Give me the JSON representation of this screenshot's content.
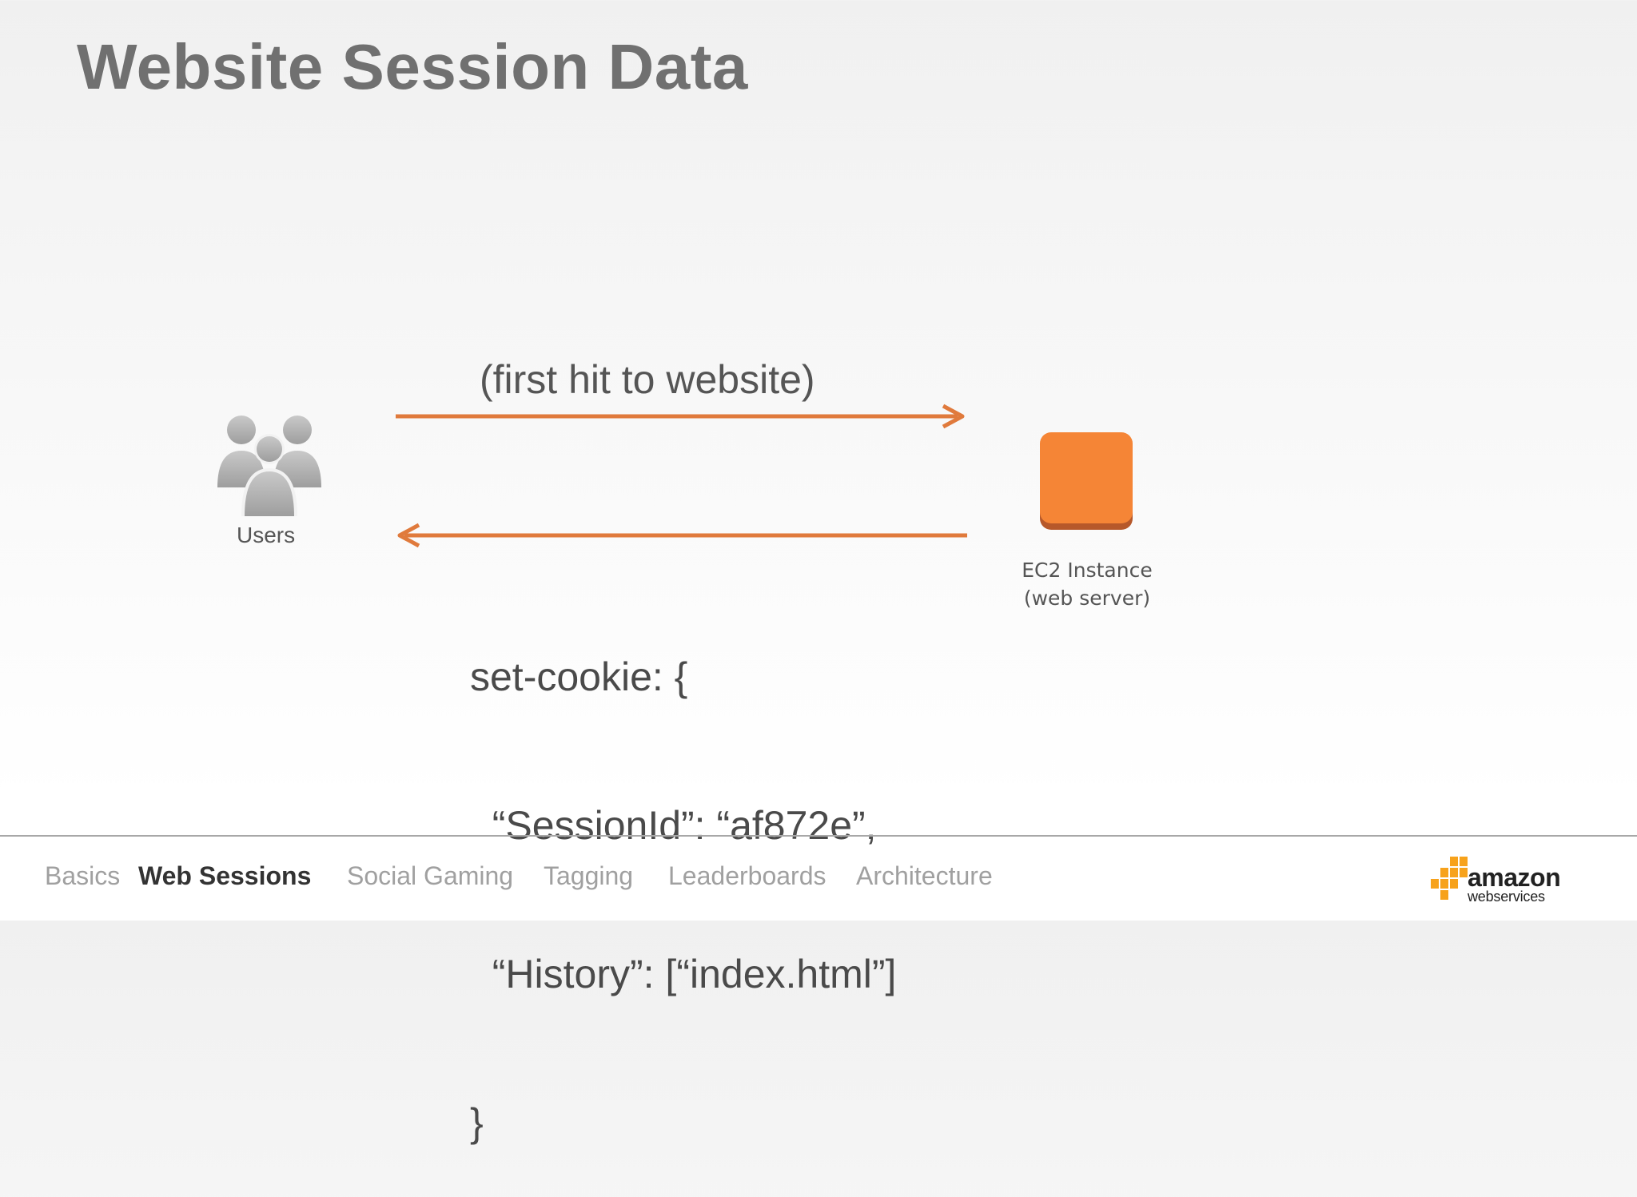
{
  "slide": {
    "title": "Website Session Data"
  },
  "diagram": {
    "request_label": "(first hit to website)",
    "users_label": "Users",
    "server_label_line1": "EC2 Instance",
    "server_label_line2": "(web server)",
    "response_lines": [
      "set-cookie: {",
      "  “SessionId”: “af872e”,",
      "  “History”: [“index.html”]",
      "}"
    ],
    "arrow_color": "#e07a3c",
    "server_color": "#f58536"
  },
  "nav": {
    "items": [
      {
        "label": "Basics",
        "active": false
      },
      {
        "label": "Web Sessions",
        "active": true
      },
      {
        "label": "Social Gaming",
        "active": false
      },
      {
        "label": "Tagging",
        "active": false
      },
      {
        "label": "Leaderboards",
        "active": false
      },
      {
        "label": "Architecture",
        "active": false
      }
    ]
  },
  "logo": {
    "name": "aws-logo",
    "brand": "amazon",
    "tagline": "webservices",
    "color": "#f7a21b"
  }
}
